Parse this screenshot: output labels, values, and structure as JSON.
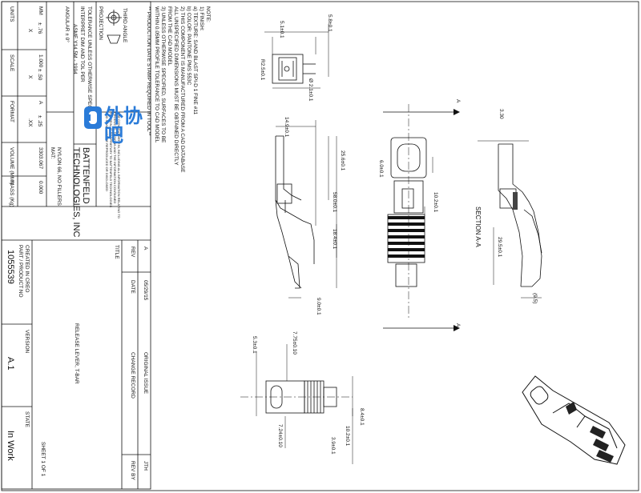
{
  "notes": {
    "title": "NOTE:",
    "lines": [
      "1) FINISH:",
      "a) TEXTURE: SAND BLAST SPI-D 1 FINE #11",
      "b) COLOR: PANTONE PMS 553C",
      "2) THIS COMPONENT IS MANUFACTURED FROM A CAD DATABASE",
      "ALL UNSPECIFIED DIMENSIONS MUST BE OBTAINED DIRECTLY",
      "FROM THE CAD MODEL",
      "3) UNLESS OTHERWISE SPECIFIED, SURFACES TO BE",
      "WITHIN 0.05MM PROFILE TOLERANCE TO CAD MODEL"
    ],
    "production_stamp": "** PRODUCTION DATE STAMP REQUIRED IN TOOL**"
  },
  "tolerance": {
    "units_label": "UNITS",
    "units_value": "MM",
    "x_label": "X",
    "x_value": "± .76",
    "xx_label": "X",
    "xx_value": "± .50",
    "xxx_label": ".XX",
    "xxx_value": "± .25",
    "scale_label": "SCALE",
    "scale_value": "1.000",
    "format_label": "FORMAT",
    "format_value": "A",
    "volume_label": "VOLUME (MM³)",
    "volume_value": "3303.067",
    "mass_label": "MASS (Kg)",
    "mass_value": "0.000",
    "angular": "ANGULAR ± 0°",
    "projection": "PROJECTION",
    "third_angle": "THIRD ANGLE",
    "tol_text_1": "TOLERANCE UNLESS OTHERWISE SPECIFIED",
    "tol_text_2": "INTERPRET DIM AND TOL PER",
    "tol_text_3": "ASME Y14.5M - 1994"
  },
  "company": {
    "name1": "BATTENFELD",
    "name2": "TECHNOLOGIES, INC",
    "mat_label": "MAT:",
    "material": "NYLON 66, NO FILLERS",
    "proprietary": [
      "THE CONTENT HEREIN, INCLUDING ALL INFORMATION RELATING TO",
      "PRODUCTS, DESIGNS AND THE INFORMATION CONTAINED",
      "THEREIN, IS PROPRIETARY TO BATTENFELD TECHNOLOGIES",
      "AND SHALL NOT BE REPRODUCED OR DISCLOSED"
    ]
  },
  "revision": {
    "rev_label": "REV",
    "date_label": "DATE",
    "title_label": "TITLE",
    "change_label": "CHANGE RECORD",
    "revby_label": "REV BY",
    "rev": "A",
    "date": "05/29/15",
    "change": "ORIGINAL ISSUE",
    "revby": "JTH"
  },
  "title_block": {
    "created_in": "CREATED IN CREO",
    "part_label": "PART / PRODUCT NO",
    "part_no": "1055539",
    "description": "RELEASE LEVER, T-BAR",
    "version_label": "VERSION",
    "version": "A.1",
    "state_label": "STATE",
    "state": "In Work",
    "sheet": "SHEET 1 OF 1"
  },
  "dimensions": {
    "d_5_8": "5.8±0.1",
    "d_5_1": "5.1±0.1",
    "r_2_5": "R2.5±0.1",
    "phi_2_1": "Ø 2.1±0.1",
    "d_14_9": "14.9±0.1",
    "d_25_6": "25.6±0.1",
    "d_58": "58.0±0.1",
    "d_6": "6.0±0.1",
    "d_10_2": "10.2±0.1",
    "d_18_4": "18.4±0.1",
    "d_9": "9.0±0.1",
    "d_3_30": "3.30",
    "section_label": "SECTION A-A",
    "d_29_5": "29.5±0.1",
    "d_9_5": "(9.5)",
    "arrow_a1": "A",
    "arrow_a2": "A",
    "d_5_3": "5.3±0.1",
    "d_7_75": "7.75±0.10",
    "d_8_4": "8.4±0.1",
    "d_7_24": "7.24±0.10",
    "d_10_2b": "10.2±0.1",
    "d_3_9": "3.9±0.1"
  },
  "watermark": {
    "text": "外协吧",
    "logo": "d-logo-icon"
  }
}
